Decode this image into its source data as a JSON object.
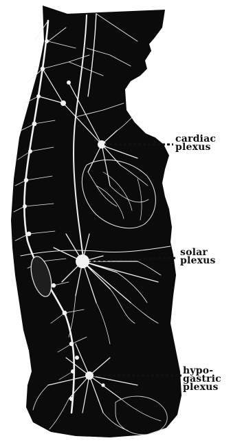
{
  "figure": {
    "labels": {
      "cardiac": [
        "cardiac",
        "plexus"
      ],
      "solar": [
        "solar",
        "plexus"
      ],
      "hypogastric": [
        "hypo-",
        "gastric",
        "plexus"
      ]
    },
    "colors": {
      "body": "#0b0b0b",
      "nerves": "#f2f2f2",
      "background": "#ffffff",
      "leader": "#111111"
    }
  }
}
